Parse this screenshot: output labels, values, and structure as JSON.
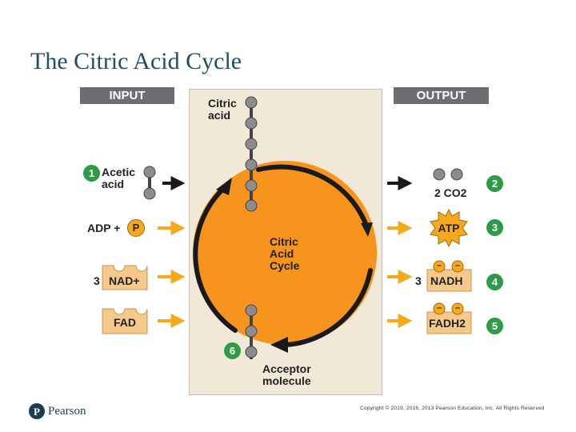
{
  "title": "The Citric Acid Cycle",
  "input_header": "INPUT",
  "output_header": "OUTPUT",
  "cycle": {
    "citric_acid": "Citric\nacid",
    "center_label": "Citric\nAcid\nCycle",
    "acceptor": "Acceptor\nmolecule",
    "step6": "6"
  },
  "inputs": {
    "acetic_acid": "Acetic\nacid",
    "step1": "1",
    "adp": "ADP +",
    "p": "P",
    "nad_count": "3",
    "nad": "NAD+",
    "fad": "FAD"
  },
  "outputs": {
    "co2": "2 CO2",
    "step2": "2",
    "atp": "ATP",
    "step3": "3",
    "nadh_count": "3",
    "nadh": "NADH",
    "step4": "4",
    "fadh2": "FADH2",
    "step5": "5",
    "minus": "–"
  },
  "colors": {
    "cycle_orange": "#f7941d",
    "arrow_yellow": "#f7a81b",
    "arrow_black": "#1a1a1a",
    "step_green": "#2d9b48",
    "carrier_tan": "#f5c98c",
    "header_gray": "#6d6e71",
    "title_blue": "#1f4e66"
  },
  "footer": {
    "copyright": "Copyright © 2019, 2016, 2013 Pearson Education, Inc. All Rights Reserved",
    "brand": "Pearson",
    "brand_icon": "pearson-logo-icon"
  }
}
